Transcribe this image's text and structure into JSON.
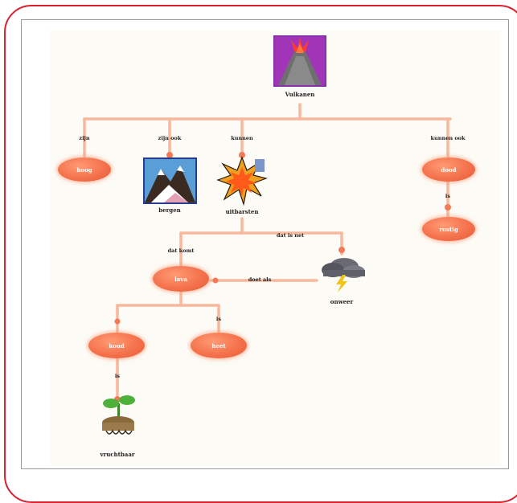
{
  "diagram": {
    "root": {
      "caption": "Vulkanen"
    },
    "pictures": {
      "bergen": "bergen",
      "uitbarsten": "uitbarsten",
      "onweer": "onweer",
      "vruchtbaar": "vruchtbaar"
    },
    "nodes": {
      "hoog": "hoog",
      "lava": "lava",
      "heet": "heet",
      "koud": "koud",
      "dood": "dood",
      "rustig": "rustig"
    },
    "link_labels": {
      "zijn": "zijn",
      "zijn_ook": "zijn ook",
      "kunnen": "kunnen",
      "kunnen_ook": "kunnen ook",
      "dat_komt": "dat komt",
      "dat_is_net": "dat is net",
      "doet_als": "doet als",
      "is_heet": "is",
      "is_vrucht": "is",
      "is_rustig": "is"
    },
    "colors": {
      "node_fill": "#f4724c",
      "connector": "#f8b89c",
      "frame": "#d8222e"
    }
  }
}
